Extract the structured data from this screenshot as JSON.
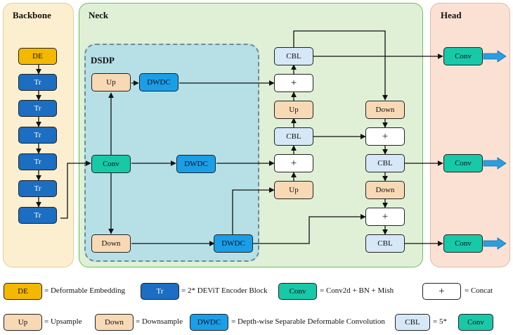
{
  "panels": {
    "backbone": "Backbone",
    "neck": "Neck",
    "head": "Head",
    "dsdp": "DSDP"
  },
  "blocks": {
    "de": "DE",
    "tr": "Tr",
    "conv": "Conv",
    "dwdc": "DWDC",
    "up": "Up",
    "down": "Down",
    "cbl": "CBL",
    "plus": "+"
  },
  "legend": {
    "de": "= Deformable Embedding",
    "tr": "= 2* DEViT Encoder Block",
    "conv": "= Conv2d + BN + Mish",
    "plus": "= Concat",
    "up": "= Upsample",
    "down": "= Downsample",
    "dwdc": "= Depth-wise Separable Deformable Convolution",
    "cbl": "= 5*"
  },
  "colors": {
    "backbone_bg": "#fcefcf",
    "neck_bg": "#dff0d6",
    "head_bg": "#fbe1d4",
    "dsdp_bg": "#b6e0e6",
    "de": "#f5b800",
    "tr": "#1b6ec2",
    "conv": "#18c9a8",
    "dwdc": "#1a9ee8",
    "up_down": "#f8d9b6",
    "cbl": "#d6e8f7",
    "output_arrow": "#2a9fe0"
  },
  "icons": {
    "output": "right-arrow-icon"
  }
}
